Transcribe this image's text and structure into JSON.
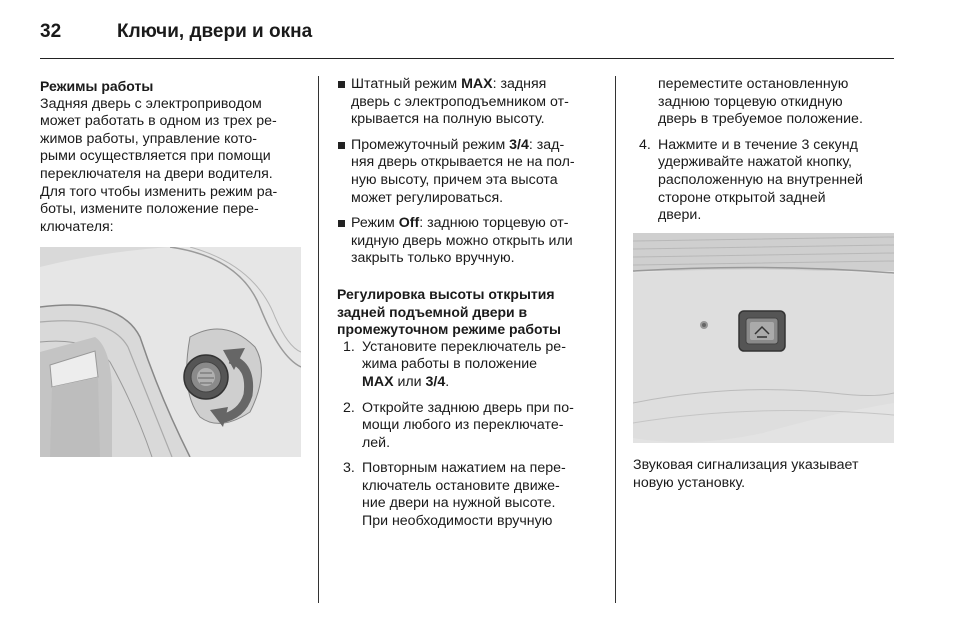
{
  "header": {
    "page_number": "32",
    "chapter_title": "Ключи, двери и окна"
  },
  "col1": {
    "heading": "Режимы работы",
    "paragraph_lines": [
      "Задняя дверь с электроприводом",
      "может работать в одном из трех ре-",
      "жимов работы, управление кото-",
      "рыми осуществляется при помощи",
      "переключателя на двери водителя.",
      "Для того чтобы изменить режим ра-",
      "боты, измените положение пере-",
      "ключателя:"
    ]
  },
  "col2": {
    "bullets": [
      {
        "prefix": "Штатный режим ",
        "mode": "MAX",
        "lines": [
          ": задняя",
          "дверь с электроподъемником от-",
          "крывается на полную высоту."
        ]
      },
      {
        "prefix": "Промежуточный режим ",
        "mode": "3/4",
        "lines": [
          ": зад-",
          "няя дверь открывается не на пол-",
          "ную высоту, причем эта высота",
          "может регулироваться."
        ]
      },
      {
        "prefix": "Режим ",
        "mode": "Off",
        "lines": [
          ": заднюю торцевую от-",
          "кидную дверь можно открыть или",
          "закрыть только вручную."
        ]
      }
    ],
    "heading_lines": [
      "Регулировка высоты открытия",
      "задней подъемной двери в",
      "промежуточном режиме работы"
    ],
    "steps": [
      {
        "num": "1.",
        "lines": [
          "Установите переключатель ре-",
          "жима работы в положение"
        ],
        "tail_mode1": "MAX",
        "tail_mid": " или ",
        "tail_mode2": "3/4",
        "tail_end": "."
      },
      {
        "num": "2.",
        "lines": [
          "Откройте заднюю дверь при по-",
          "мощи любого из переключате-",
          "лей."
        ]
      },
      {
        "num": "3.",
        "lines": [
          "Повторным нажатием на пере-",
          "ключатель остановите движе-",
          "ние двери на нужной высоте.",
          "При необходимости вручную"
        ]
      }
    ]
  },
  "col3": {
    "continuation_lines": [
      "переместите остановленную",
      "заднюю торцевую откидную",
      "дверь в требуемое положение."
    ],
    "step4": {
      "num": "4.",
      "lines": [
        "Нажмите и в течение 3 секунд",
        "удерживайте нажатой кнопку,",
        "расположенную на внутренней",
        "стороне открытой задней",
        "двери."
      ]
    },
    "note_lines": [
      "Звуковая сигнализация указывает",
      "новую установку."
    ]
  },
  "images": {
    "door_switch": {
      "icon": "rotary-switch-with-arrow"
    },
    "tailgate_button": {
      "icon": "tailgate-button"
    }
  }
}
